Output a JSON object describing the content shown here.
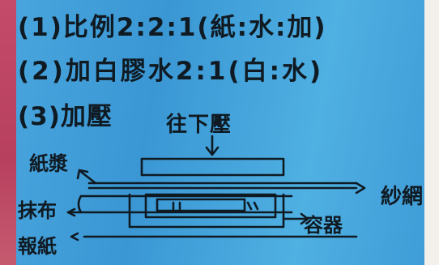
{
  "steps": [
    "(1)比例2:2:1(紙:水:加)",
    "(2)加白膠水2:1(白:水)",
    "(3)加壓"
  ],
  "diagram_labels": {
    "press_down": "往下壓",
    "paper": "紙漿",
    "wipe": "抹布",
    "tissue": "報紙",
    "gauze": "紗網",
    "container": "容器"
  },
  "colors": {
    "ink": "#0f1a22",
    "background": "#3f9fd8",
    "edge": "#c44b6a"
  }
}
